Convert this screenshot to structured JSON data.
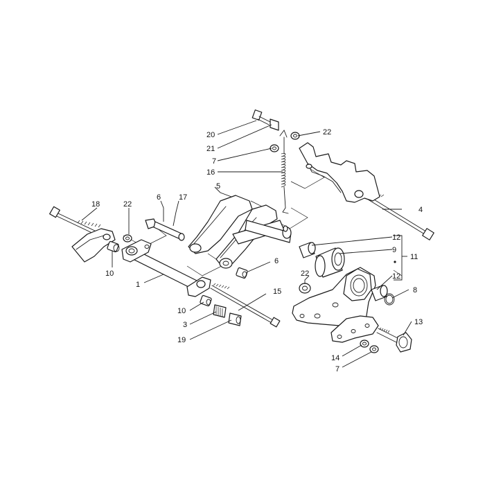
{
  "callouts": {
    "c1": "1",
    "c3": "3",
    "c4": "4",
    "c5": "5",
    "c6a": "6",
    "c6b": "6",
    "c7a": "7",
    "c7b": "7",
    "c8": "8",
    "c9": "9",
    "c10a": "10",
    "c10b": "10",
    "c11": "11",
    "c12a": "12",
    "c12b": "12",
    "c13": "13",
    "c14": "14",
    "c15": "15",
    "c16": "16",
    "c17": "17",
    "c18": "18",
    "c19": "19",
    "c20": "20",
    "c21": "21",
    "c22a": "22",
    "c22b": "22",
    "c22c": "22"
  },
  "colors": {
    "line": "#1a1a1a",
    "background": "#ffffff"
  }
}
